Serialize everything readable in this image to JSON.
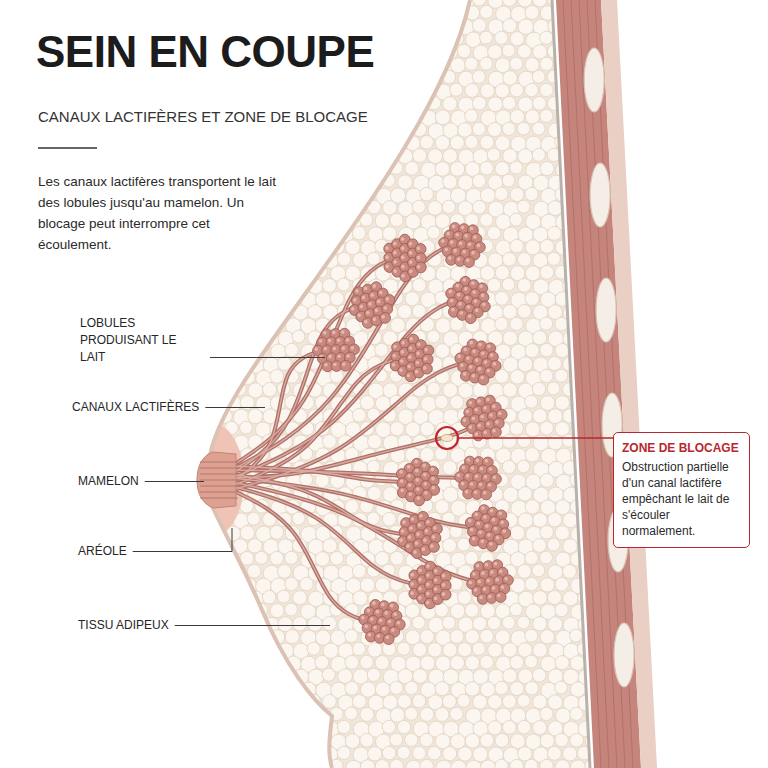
{
  "diagram": {
    "title": "SEIN EN COUPE",
    "nodes": [
      {
        "text": [
          "ZONE DE BLOCAGE",
          "Obstruction partielle d'un canal lactifère empêchant le lait de s'écouler normalement."
        ]
      }
    ],
    "labels": [
      "CANAUX LACTIFÈRES ET ZONE DE BLOCAGE",
      "Les canaux lactifères transportent le lait des lobules jusqu'au mamelon. Un blocage peut interrompre cet écoulement.",
      "LOBULES PRODUISANT LE LAIT",
      "CANAUX LACTIFÈRES",
      "MAMELON",
      "ARÉOLE",
      "TISSU ADIPEUX"
    ]
  }
}
